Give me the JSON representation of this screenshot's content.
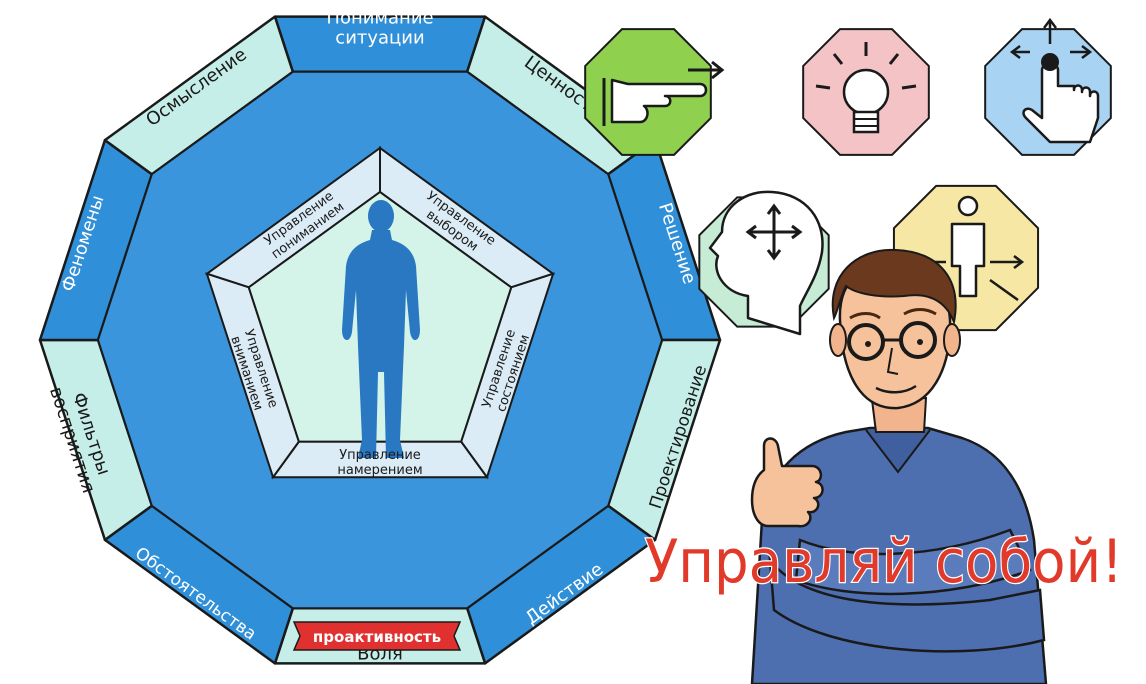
{
  "diagram": {
    "outer_segments": [
      {
        "id": "ponimanie-situatsii",
        "lines": [
          "Понимание",
          "ситуации"
        ],
        "fill": "#2f8fd8",
        "text_color": "#ffffff"
      },
      {
        "id": "tsennosti",
        "lines": [
          "Ценности"
        ],
        "fill": "#c6eee8",
        "text_color": "#1a1a1a"
      },
      {
        "id": "reshenie",
        "lines": [
          "Решение"
        ],
        "fill": "#2f8fd8",
        "text_color": "#ffffff"
      },
      {
        "id": "proektirovanie",
        "lines": [
          "Проектирование"
        ],
        "fill": "#c6eee8",
        "text_color": "#1a1a1a"
      },
      {
        "id": "deystvie",
        "lines": [
          "Действие"
        ],
        "fill": "#2f8fd8",
        "text_color": "#ffffff"
      },
      {
        "id": "volya",
        "lines": [
          "Воля"
        ],
        "fill": "#c6eee8",
        "text_color": "#1a1a1a"
      },
      {
        "id": "obstoyatelstva",
        "lines": [
          "Обстоятельства"
        ],
        "fill": "#2f8fd8",
        "text_color": "#ffffff"
      },
      {
        "id": "filtry-vospriyatiya",
        "lines": [
          "Фильтры",
          "восприятия"
        ],
        "fill": "#c6eee8",
        "text_color": "#1a1a1a"
      },
      {
        "id": "fenomeny",
        "lines": [
          "Феномены"
        ],
        "fill": "#2f8fd8",
        "text_color": "#ffffff"
      },
      {
        "id": "osmyslenie",
        "lines": [
          "Осмысление"
        ],
        "fill": "#c6eee8",
        "text_color": "#1a1a1a"
      }
    ],
    "inner_segments": [
      {
        "id": "upravlenie-ponimaniem",
        "lines": [
          "Управление",
          "пониманием"
        ]
      },
      {
        "id": "upravlenie-vyborom",
        "lines": [
          "Управление",
          "выбором"
        ]
      },
      {
        "id": "upravlenie-sostoyaniem",
        "lines": [
          "Управление",
          "состоянием"
        ]
      },
      {
        "id": "upravlenie-namereniem",
        "lines": [
          "Управление",
          "намерением"
        ]
      },
      {
        "id": "upravlenie-vnimaniem",
        "lines": [
          "Управление",
          "вниманием"
        ]
      }
    ],
    "ribbon_label": "проактивность",
    "headline": "Управляй собой!",
    "colors": {
      "dark_blue": "#2f8fd8",
      "ring_blue": "#3a95dc",
      "light_teal": "#c6eee8",
      "pale_blue": "#dcecf6",
      "center_green": "#d4f3e9",
      "figure": "#2a77c2",
      "ribbon": "#e0302f",
      "headline_red": "#e23a2a"
    },
    "icons": [
      {
        "name": "pointing-hand-icon",
        "fill": "#8fd14f"
      },
      {
        "name": "lightbulb-icon",
        "fill": "#f4c3c6"
      },
      {
        "name": "swipe-gesture-icon",
        "fill": "#a9d3f2"
      },
      {
        "name": "head-arrows-icon",
        "fill": "#c7ecd5"
      },
      {
        "name": "person-arrows-icon",
        "fill": "#f7e7a4"
      }
    ]
  }
}
